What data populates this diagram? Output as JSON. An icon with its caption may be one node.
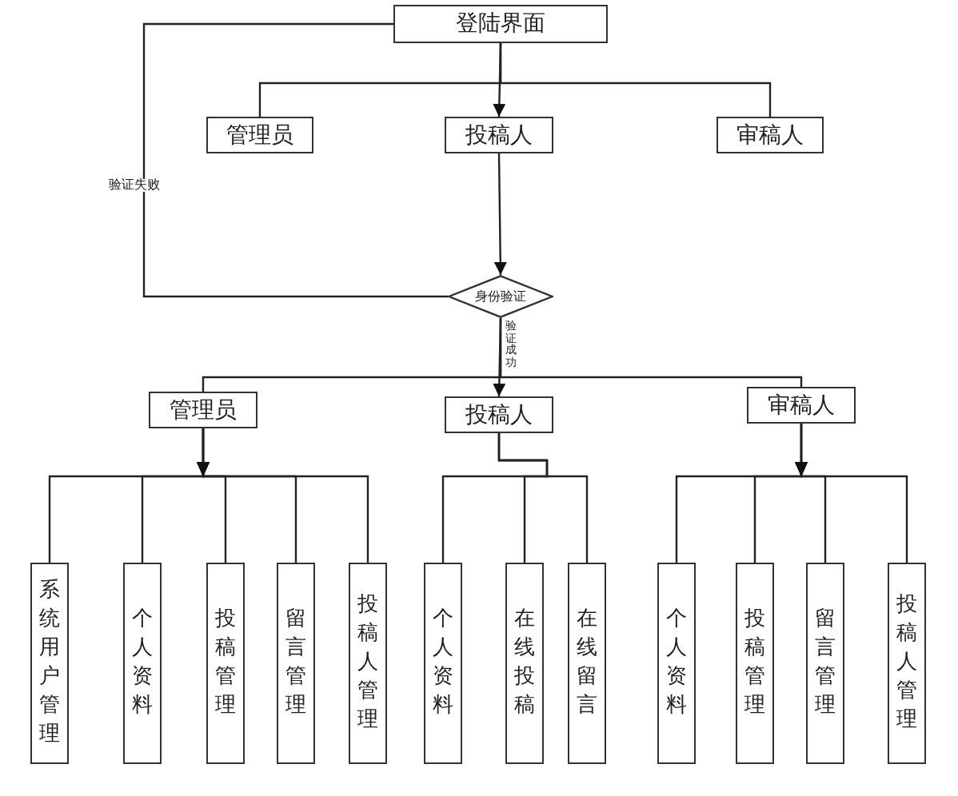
{
  "diagram": {
    "nodes": [
      {
        "text": [
          "登陆界面"
        ]
      },
      {
        "text": [
          "管理员"
        ]
      },
      {
        "text": [
          "投稿人"
        ]
      },
      {
        "text": [
          "审稿人"
        ]
      },
      {
        "text": [
          "身份验证"
        ]
      },
      {
        "text": [
          "管理员"
        ]
      },
      {
        "text": [
          "投稿人"
        ]
      },
      {
        "text": [
          "审稿人"
        ]
      },
      {
        "text": [
          "系统用户管理"
        ]
      },
      {
        "text": [
          "个人资料"
        ]
      },
      {
        "text": [
          "投稿管理"
        ]
      },
      {
        "text": [
          "留言管理"
        ]
      },
      {
        "text": [
          "投稿人管理"
        ]
      },
      {
        "text": [
          "个人资料"
        ]
      },
      {
        "text": [
          "在线投稿"
        ]
      },
      {
        "text": [
          "在线留言"
        ]
      },
      {
        "text": [
          "个人资料"
        ]
      },
      {
        "text": [
          "投稿管理"
        ]
      },
      {
        "text": [
          "留言管理"
        ]
      },
      {
        "text": [
          "投稿人管理"
        ]
      }
    ],
    "edges": [
      {
        "from": 0,
        "to": 1,
        "arrow": "none"
      },
      {
        "from": 0,
        "to": 2,
        "arrow": "to"
      },
      {
        "from": 0,
        "to": 3,
        "arrow": "none"
      },
      {
        "from": 2,
        "to": 4,
        "arrow": "to"
      },
      {
        "from": 4,
        "to": 0,
        "arrow": "none",
        "label": "验证失败"
      },
      {
        "from": 4,
        "to": 5,
        "arrow": "none"
      },
      {
        "from": 4,
        "to": 6,
        "arrow": "to",
        "label": "验证成功"
      },
      {
        "from": 4,
        "to": 7,
        "arrow": "none"
      },
      {
        "from": 5,
        "to": 8,
        "arrow": "to"
      },
      {
        "from": 5,
        "to": 9,
        "arrow": "to"
      },
      {
        "from": 5,
        "to": 10,
        "arrow": "to"
      },
      {
        "from": 5,
        "to": 11,
        "arrow": "to"
      },
      {
        "from": 5,
        "to": 12,
        "arrow": "to"
      },
      {
        "from": 6,
        "to": 13,
        "arrow": "none"
      },
      {
        "from": 6,
        "to": 14,
        "arrow": "none"
      },
      {
        "from": 6,
        "to": 15,
        "arrow": "none"
      },
      {
        "from": 7,
        "to": 16,
        "arrow": "to"
      },
      {
        "from": 7,
        "to": 17,
        "arrow": "to"
      },
      {
        "from": 7,
        "to": 18,
        "arrow": "to"
      },
      {
        "from": 7,
        "to": 19,
        "arrow": "to"
      }
    ]
  }
}
